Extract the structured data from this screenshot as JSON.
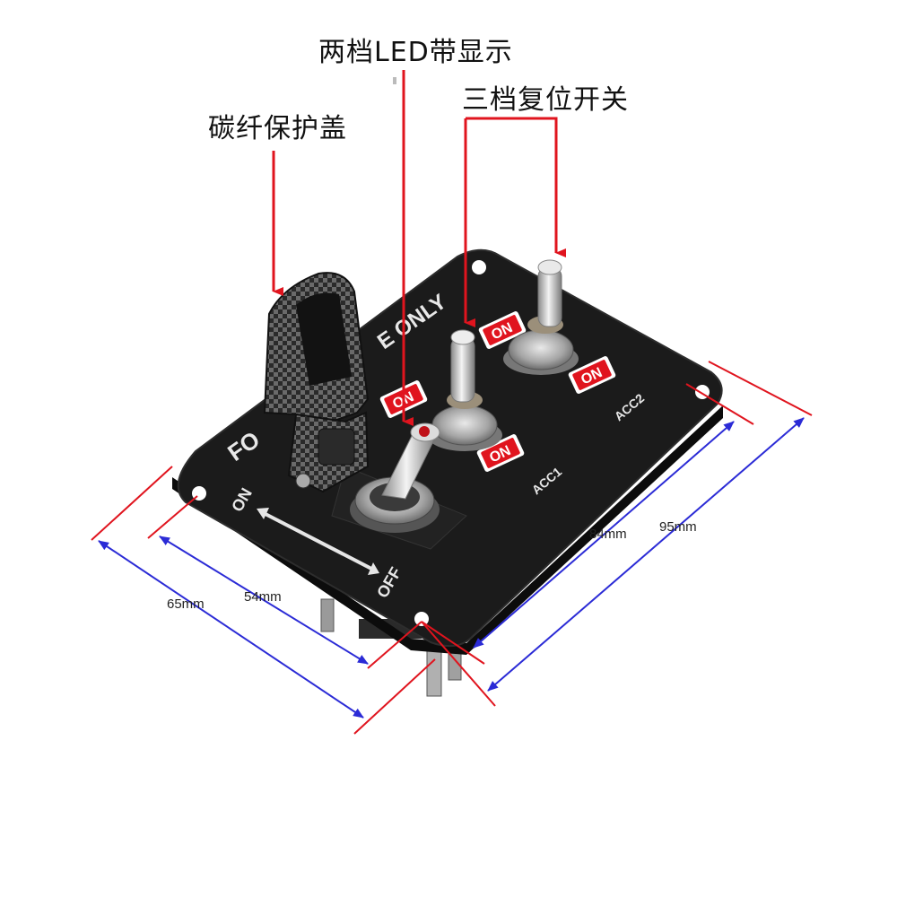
{
  "callouts": {
    "carbon_cover": "碳纤保护盖",
    "led_switch": "两档LED带显示",
    "reset_switch": "三档复位开关"
  },
  "dimensions": {
    "outer_width": "65mm",
    "hole_width": "54mm",
    "hole_length": "84mm",
    "outer_length": "95mm"
  },
  "plate": {
    "label_on": "ON",
    "label_off": "OFF",
    "label_acc1": "ACC1",
    "label_acc2": "ACC2",
    "label_race": "FO",
    "label_only": "E ONLY",
    "badge_on": "ON"
  },
  "colors": {
    "arrow_red": "#e0141e",
    "dim_blue": "#2b2bd6",
    "plate_black": "#1b1b1b"
  }
}
